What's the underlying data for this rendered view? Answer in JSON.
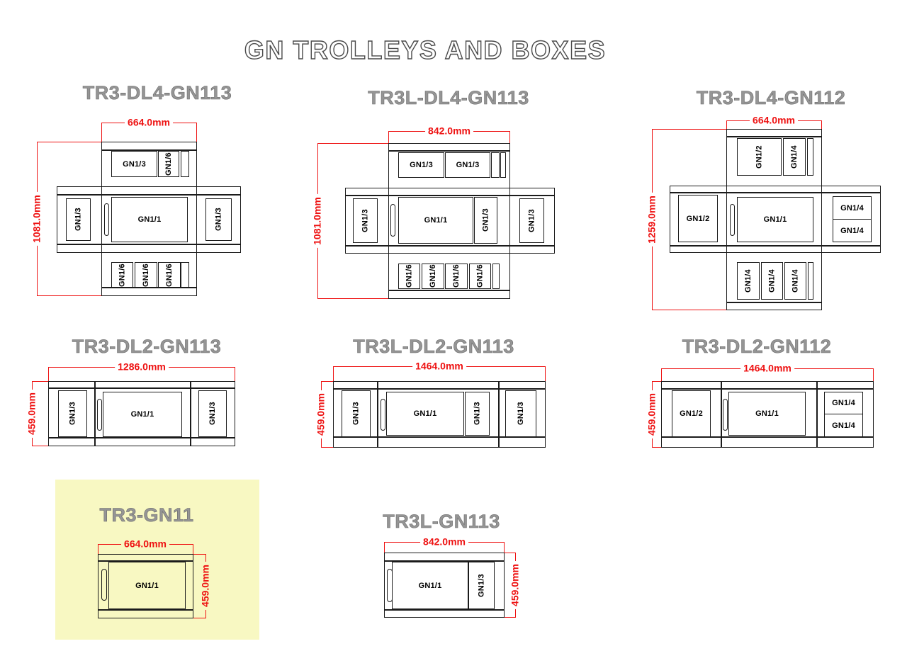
{
  "page": {
    "title": "GN TROLLEYS AND BOXES"
  },
  "colors": {
    "dimension_red": "#ee1212",
    "drawing_line": "#1b1b1b",
    "highlight_yellow": "#f8f8c2",
    "title_gray": "#959595"
  },
  "diagrams": [
    {
      "title": "TR3-DL4-GN113",
      "width_label": "664.0mm",
      "height_label": "1081.0mm",
      "top": [
        "GN1/3",
        "GN1/6"
      ],
      "middle": [
        "GN1/3",
        "GN1/1",
        "GN1/3"
      ],
      "bottom": [
        "GN1/6",
        "GN1/6",
        "GN1/6"
      ]
    },
    {
      "title": "TR3L-DL4-GN113",
      "width_label": "842.0mm",
      "height_label": "1081.0mm",
      "top": [
        "GN1/3",
        "GN1/3"
      ],
      "middle": [
        "GN1/3",
        "GN1/1",
        "GN1/3",
        "GN1/3"
      ],
      "bottom": [
        "GN1/6",
        "GN1/6",
        "GN1/6",
        "GN1/6"
      ]
    },
    {
      "title": "TR3-DL4-GN112",
      "width_label": "664.0mm",
      "height_label": "1259.0mm",
      "top": [
        "GN1/2",
        "GN1/4"
      ],
      "middle": [
        "GN1/2",
        "GN1/1",
        "GN1/4",
        "GN1/4"
      ],
      "bottom": [
        "GN1/4",
        "GN1/4",
        "GN1/4"
      ]
    },
    {
      "title": "TR3-DL2-GN113",
      "width_label": "1286.0mm",
      "height_label": "459.0mm",
      "middle": [
        "GN1/3",
        "GN1/1",
        "GN1/3"
      ]
    },
    {
      "title": "TR3L-DL2-GN113",
      "width_label": "1464.0mm",
      "height_label": "459.0mm",
      "middle": [
        "GN1/3",
        "GN1/1",
        "GN1/3",
        "GN1/3"
      ]
    },
    {
      "title": "TR3-DL2-GN112",
      "width_label": "1464.0mm",
      "height_label": "459.0mm",
      "middle": [
        "GN1/2",
        "GN1/1",
        "GN1/4",
        "GN1/4"
      ]
    },
    {
      "title": "TR3-GN11",
      "width_label": "664.0mm",
      "height_label": "459.0mm",
      "highlighted": true,
      "middle": [
        "GN1/1"
      ]
    },
    {
      "title": "TR3L-GN113",
      "width_label": "842.0mm",
      "height_label": "459.0mm",
      "middle": [
        "GN1/1",
        "GN1/3"
      ]
    }
  ]
}
